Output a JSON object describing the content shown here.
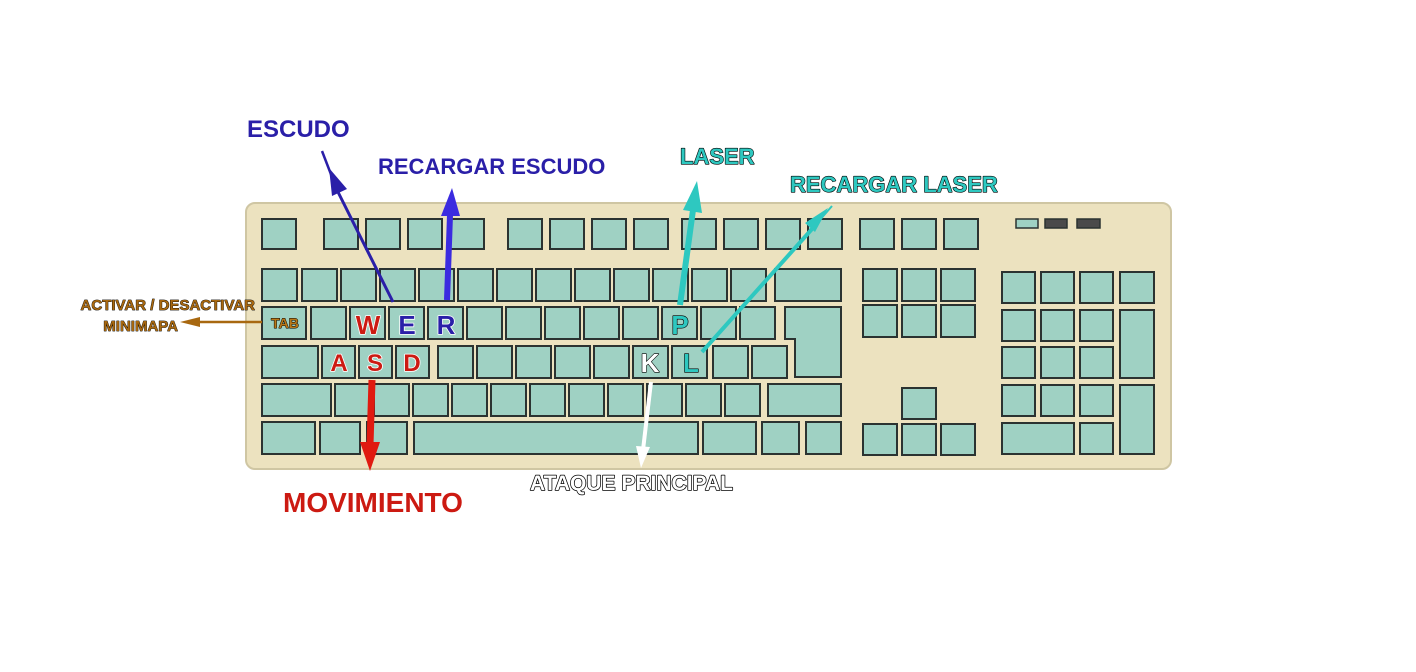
{
  "colors": {
    "board": "#ece2bf",
    "board_edge": "#cfc6a3",
    "key": "#9fd1c3",
    "key_border": "#2b3331",
    "escudo": "#2a1fa8",
    "movimiento": "#cc1a12",
    "laser": "#2ec8c0",
    "ataque": "#ffffff",
    "minimapa": "#a86810",
    "led_off": "#4a4a4a"
  },
  "labels": {
    "escudo": "ESCUDO",
    "recargar_escudo": "RECARGAR ESCUDO",
    "laser": "LASER",
    "recargar_laser": "RECARGAR LASER",
    "minimapa_line1": "ACTIVAR / DESACTIVAR",
    "minimapa_line2": "MINIMAPA",
    "movimiento": "MOVIMIENTO",
    "ataque": "ATAQUE PRINCIPAL"
  },
  "keys": {
    "tab": "TAB",
    "w": "W",
    "e": "E",
    "r": "R",
    "p": "P",
    "a": "A",
    "s": "S",
    "d": "D",
    "k": "K",
    "l": "L"
  }
}
